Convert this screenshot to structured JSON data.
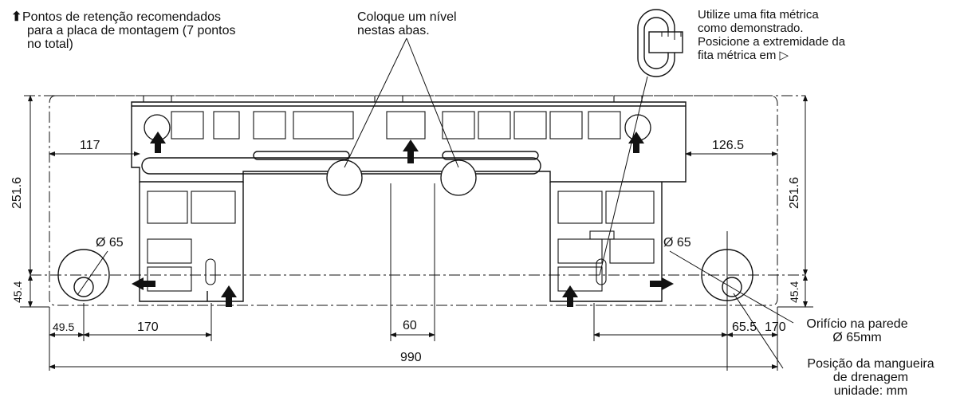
{
  "notes": {
    "retention_points_line1": "Pontos de retenção recomendados",
    "retention_points_line2": "para a placa de montagem (7 pontos",
    "retention_points_line3": "no total)",
    "level_line1": "Coloque um nível",
    "level_line2": "nestas abas.",
    "tape_line1": "Utilize uma fita métrica",
    "tape_line2": "como demonstrado.",
    "tape_line3": "Posicione a extremidade da",
    "tape_line4": "fita métrica em ▷",
    "wall_hole_line1": "Orifício na parede",
    "wall_hole_line2": "Ø 65mm",
    "drain_line1": "Posição da mangueira",
    "drain_line2": "de drenagem",
    "drain_line3": "unidade: mm"
  },
  "dimensions": {
    "left_offset_top": "117",
    "right_offset_top": "126.5",
    "height_left": "251.6",
    "height_right": "251.6",
    "low_left": "45.4",
    "low_right": "45.4",
    "hole_left": "Ø 65",
    "hole_right": "Ø 65",
    "bottom_49_5": "49.5",
    "bottom_170_left": "170",
    "bottom_60": "60",
    "bottom_65_5": "65.5",
    "bottom_170_right": "170",
    "total_width": "990"
  },
  "colors": {
    "line": "#111111",
    "background": "#ffffff"
  }
}
